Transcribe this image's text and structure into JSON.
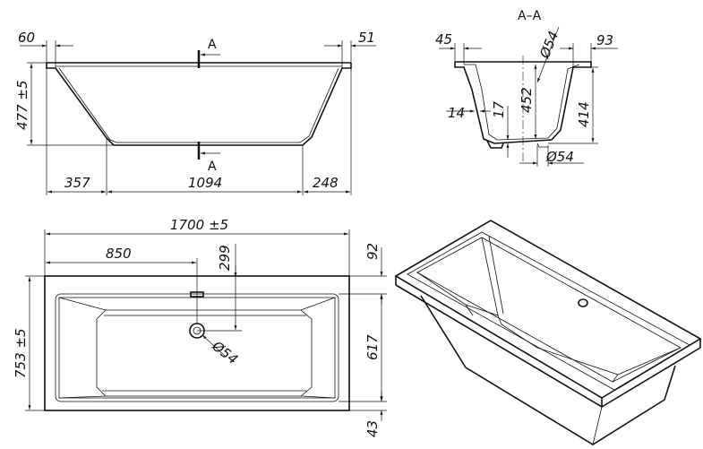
{
  "colors": {
    "line": "#111111",
    "background": "#ffffff"
  },
  "section_view": {
    "marker": "A",
    "dims": {
      "left_overhang": "60",
      "right_overhang": "51",
      "height": "477 ±5",
      "bottom_left": "357",
      "bottom_mid": "1094",
      "bottom_right": "248"
    }
  },
  "cross_section": {
    "title": "A–A",
    "dims": {
      "rim_left": "45",
      "drain_dia_top": "Ø54",
      "rim_right": "93",
      "wall": "14",
      "bottom_thk": "17",
      "depth_inner": "452",
      "depth_outer": "414",
      "drain_dia_bottom": "Ø54"
    }
  },
  "plan_view": {
    "dims": {
      "length": "1700 ±5",
      "drain_x": "850",
      "drain_y": "299",
      "drain_dia": "Ø54",
      "width": "753 ±5",
      "right_top": "92",
      "right_mid": "617",
      "right_bottom": "43"
    }
  }
}
